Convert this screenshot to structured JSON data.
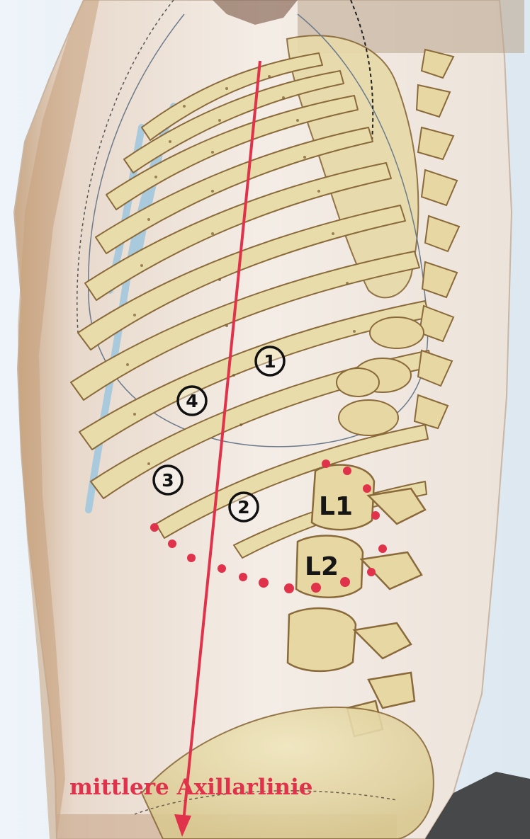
{
  "diagram": {
    "caption": "mittlere Axillarlinie",
    "markers": [
      {
        "id": "marker-1",
        "label": "1"
      },
      {
        "id": "marker-2",
        "label": "2"
      },
      {
        "id": "marker-3",
        "label": "3"
      },
      {
        "id": "marker-4",
        "label": "4"
      }
    ],
    "vertebra_labels": [
      {
        "id": "vertebra-l1",
        "label": "L1"
      },
      {
        "id": "vertebra-l2",
        "label": "L2"
      }
    ],
    "colors": {
      "axis_line": "#e0324a",
      "dots": "#e0324a",
      "bone": "#e9dcab",
      "bone_edge": "#8a6a3a",
      "skin": "#efe6df",
      "vessel": "#9ec6df",
      "marker_ring": "#111111"
    }
  }
}
